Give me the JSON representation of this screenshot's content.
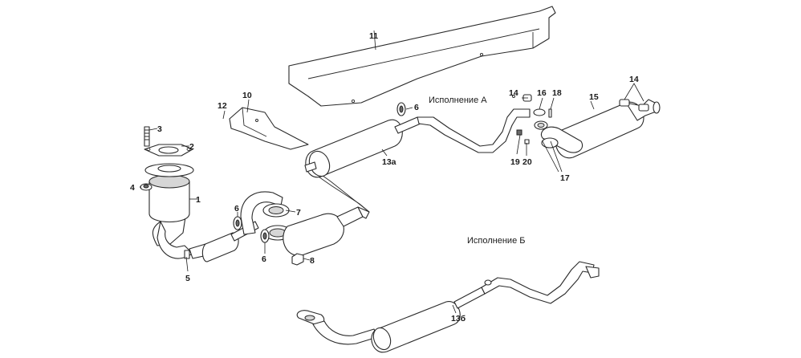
{
  "labels": {
    "variant_a": "Исполнение А",
    "variant_b": "Исполнение Б",
    "callouts": {
      "p1": "1",
      "p2": "2",
      "p3": "3",
      "p4": "4",
      "p5": "5",
      "p6a": "6",
      "p6b": "6",
      "p6c": "6",
      "p7": "7",
      "p8": "8",
      "p10": "10",
      "p11": "11",
      "p12": "12",
      "p13a": "13а",
      "p13b": "13б",
      "p14a": "14",
      "p14b": "14",
      "p15": "15",
      "p16": "16",
      "p17": "17",
      "p18": "18",
      "p19": "19",
      "p20": "20"
    }
  },
  "colors": {
    "line": "#2a2a2a",
    "shade": "#d6d6d6",
    "text": "#1a1a1a"
  }
}
